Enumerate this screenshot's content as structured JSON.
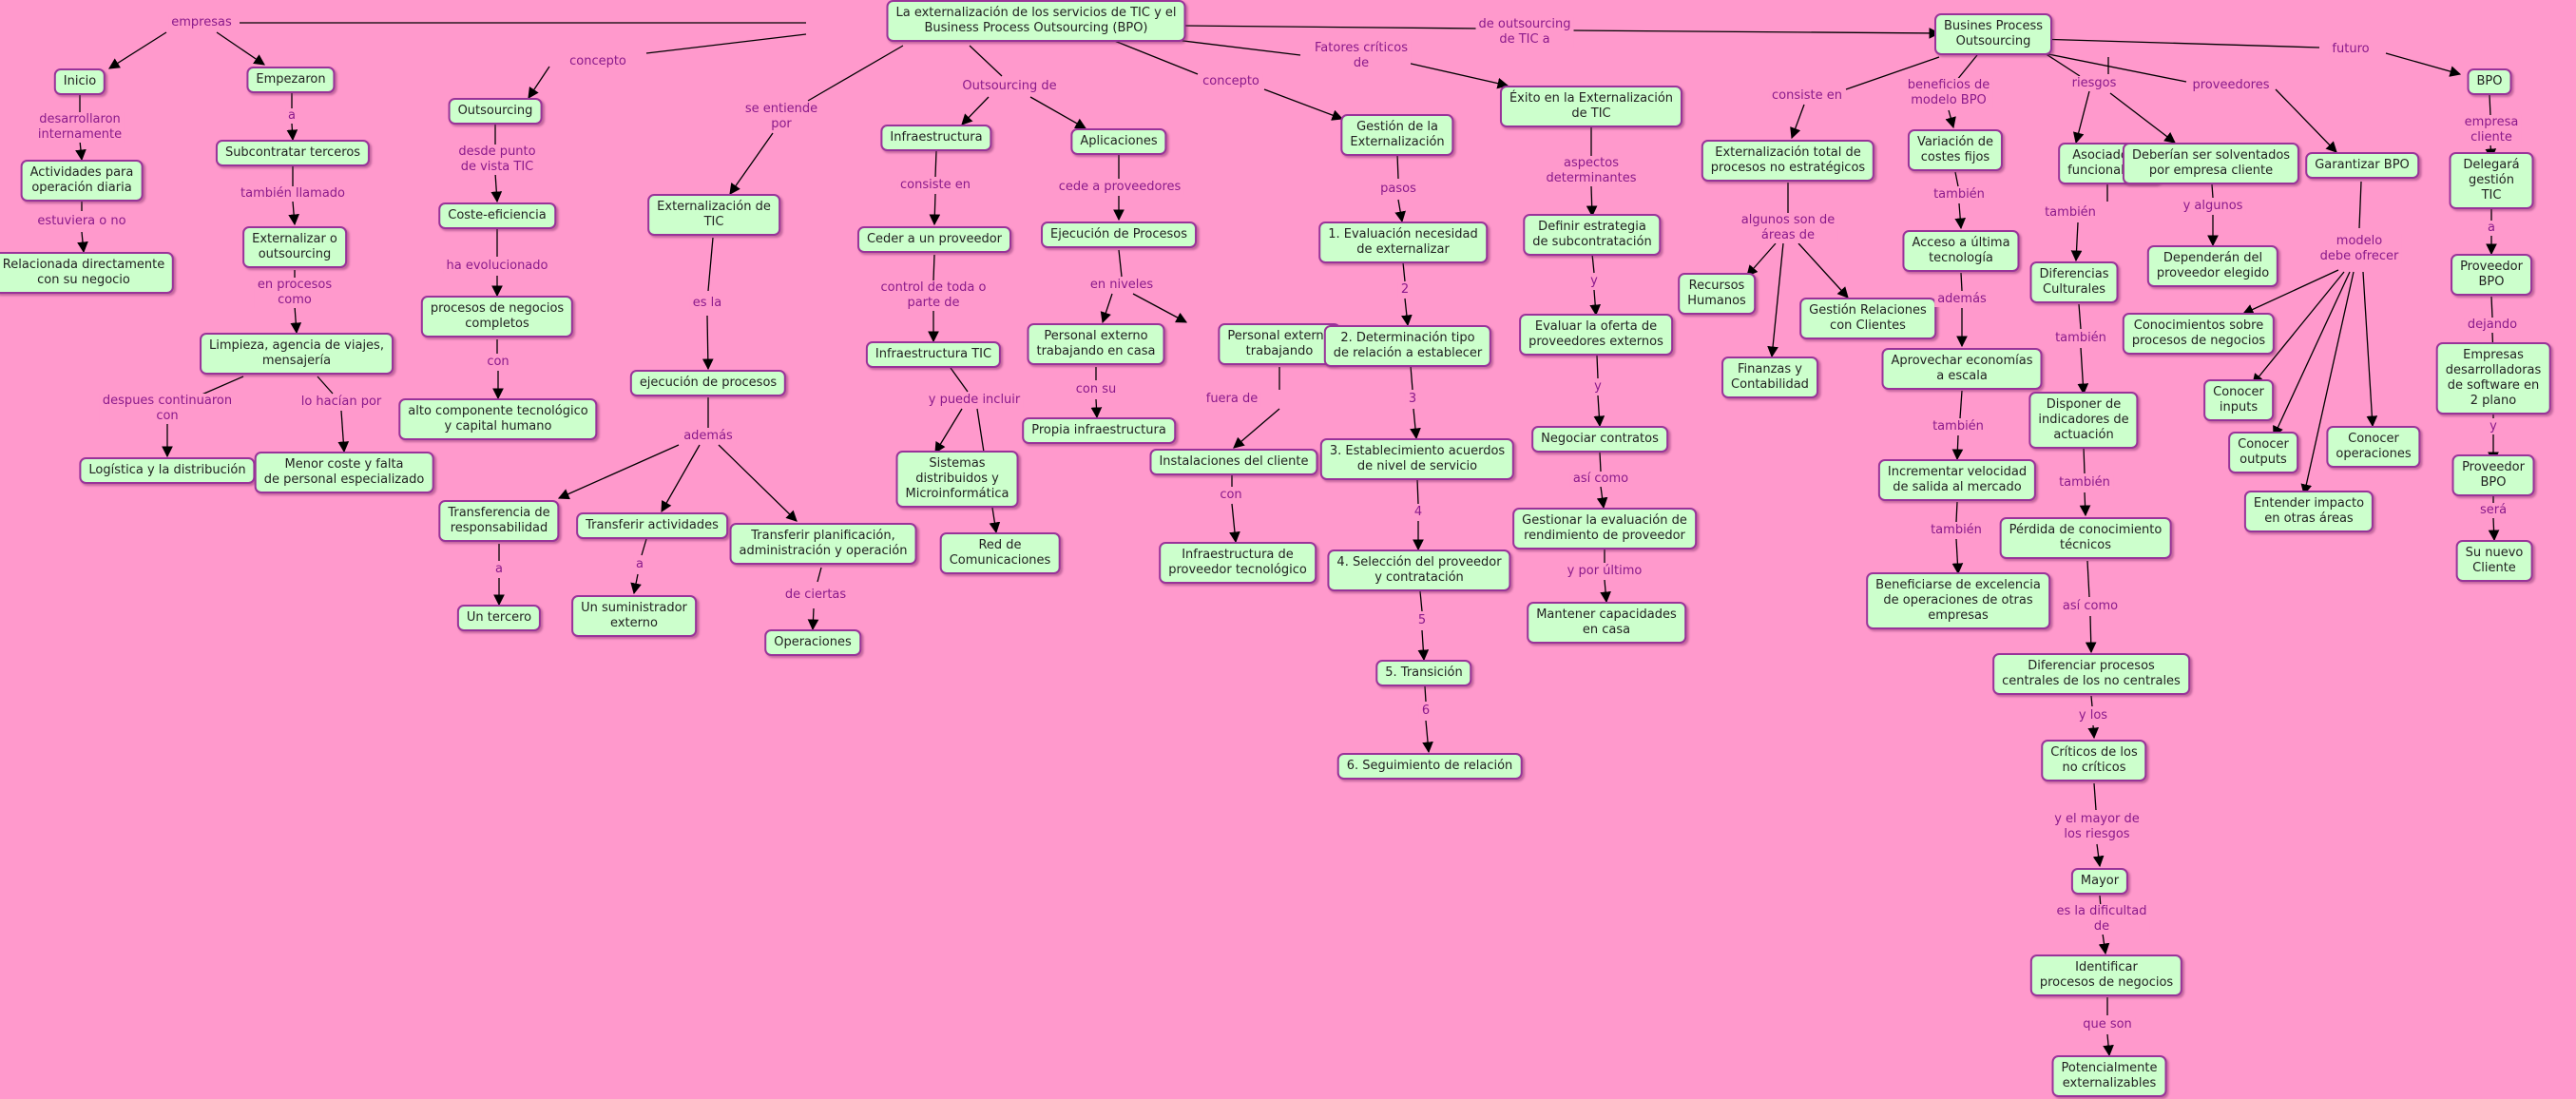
{
  "colors": {
    "background": "#ff99cc",
    "node_fill": "#ccffcc",
    "node_border": "#993399",
    "link_text": "#8b1a8b"
  },
  "nodes": [
    {
      "id": "root",
      "text": "La externalización de los servicios de TIC y el\nBusiness Process Outsourcing (BPO)"
    },
    {
      "id": "inicio",
      "text": "Inicio"
    },
    {
      "id": "act",
      "text": "Actividades para\noperación diaria"
    },
    {
      "id": "rel",
      "text": "Relacionada directamente\ncon su negocio"
    },
    {
      "id": "emp",
      "text": "Empezaron"
    },
    {
      "id": "subc",
      "text": "Subcontratar terceros"
    },
    {
      "id": "ext",
      "text": "Externalizar o\noutsourcing"
    },
    {
      "id": "limp",
      "text": "Limpieza, agencia de viajes,\nmensajería"
    },
    {
      "id": "log",
      "text": "Logística y la distribución"
    },
    {
      "id": "menor",
      "text": "Menor coste y falta\nde personal especializado"
    },
    {
      "id": "outs",
      "text": "Outsourcing"
    },
    {
      "id": "coste",
      "text": "Coste-eficiencia"
    },
    {
      "id": "proc",
      "text": "procesos de negocios\ncompletos"
    },
    {
      "id": "alto",
      "text": "alto componente tecnológico\ny capital humano"
    },
    {
      "id": "extic",
      "text": "Externalización de\nTIC"
    },
    {
      "id": "ejec",
      "text": "ejecución de procesos"
    },
    {
      "id": "transf",
      "text": "Transferencia de\nresponsabilidad"
    },
    {
      "id": "uter",
      "text": "Un tercero"
    },
    {
      "id": "tact",
      "text": "Transferir actividades"
    },
    {
      "id": "usum",
      "text": "Un suministrador\nexterno"
    },
    {
      "id": "tplan",
      "text": "Transferir planificación,\nadministración y operación"
    },
    {
      "id": "oper",
      "text": "Operaciones"
    },
    {
      "id": "infra",
      "text": "Infraestructura"
    },
    {
      "id": "ceder",
      "text": "Ceder a un proveedor"
    },
    {
      "id": "itic",
      "text": "Infraestructura TIC"
    },
    {
      "id": "sist",
      "text": "Sistemas\ndistribuidos y\nMicroinformática"
    },
    {
      "id": "red",
      "text": "Red de\nComunicaciones"
    },
    {
      "id": "aplic",
      "text": "Aplicaciones"
    },
    {
      "id": "ejp",
      "text": "Ejecución de Procesos"
    },
    {
      "id": "pcasa",
      "text": "Personal externo\ntrabajando en casa"
    },
    {
      "id": "propia",
      "text": "Propia infraestructura"
    },
    {
      "id": "ptrab",
      "text": "Personal externo\ntrabajando"
    },
    {
      "id": "inst",
      "text": "Instalaciones del cliente"
    },
    {
      "id": "iprov",
      "text": "Infraestructura de\nproveedor tecnológico"
    },
    {
      "id": "gest",
      "text": "Gestión de la\nExternalización"
    },
    {
      "id": "p1",
      "text": "1. Evaluación necesidad\nde externalizar"
    },
    {
      "id": "p2",
      "text": "2. Determinación tipo\nde relación a establecer"
    },
    {
      "id": "p3",
      "text": "3. Establecimiento acuerdos\nde nivel de servicio"
    },
    {
      "id": "p4",
      "text": "4. Selección del proveedor\ny contratación"
    },
    {
      "id": "p5",
      "text": "5. Transición"
    },
    {
      "id": "p6",
      "text": "6. Seguimiento de relación"
    },
    {
      "id": "exito",
      "text": "Éxito en la Externalización\nde TIC"
    },
    {
      "id": "def",
      "text": "Definir estrategia\nde subcontratación"
    },
    {
      "id": "eval",
      "text": "Evaluar la oferta de\nproveedores externos"
    },
    {
      "id": "neg",
      "text": "Negociar contratos"
    },
    {
      "id": "gev",
      "text": "Gestionar la evaluación de\nrendimiento de proveedor"
    },
    {
      "id": "mant",
      "text": "Mantener capacidades\nen casa"
    },
    {
      "id": "bpo",
      "text": "Busines Process\nOutsourcing"
    },
    {
      "id": "extot",
      "text": "Externalización total de\nprocesos no estratégicos"
    },
    {
      "id": "rrhh",
      "text": "Recursos\nHumanos"
    },
    {
      "id": "fin",
      "text": "Finanzas y\nContabilidad"
    },
    {
      "id": "grc",
      "text": "Gestión Relaciones\ncon Clientes"
    },
    {
      "id": "var",
      "text": "Variación de\ncostes fijos"
    },
    {
      "id": "acc",
      "text": "Acceso a última\ntecnología"
    },
    {
      "id": "apr",
      "text": "Aprovechar economías\na escala"
    },
    {
      "id": "inc",
      "text": "Incrementar velocidad\nde salida al mercado"
    },
    {
      "id": "benef",
      "text": "Beneficiarse de excelencia\nde operaciones de otras\nempresas"
    },
    {
      "id": "asoc",
      "text": "Asociados a\nfuncionalidad"
    },
    {
      "id": "dcult",
      "text": "Diferencias\nCulturales"
    },
    {
      "id": "disp",
      "text": "Disponer de\nindicadores de\nactuación"
    },
    {
      "id": "perd",
      "text": "Pérdida de conocimiento\ntécnicos"
    },
    {
      "id": "difp",
      "text": "Diferenciar procesos\ncentrales de los no centrales"
    },
    {
      "id": "crit",
      "text": "Críticos de los\nno críticos"
    },
    {
      "id": "mayor",
      "text": "Mayor"
    },
    {
      "id": "ident",
      "text": "Identificar\nprocesos de negocios"
    },
    {
      "id": "pot",
      "text": "Potencialmente\nexternalizables"
    },
    {
      "id": "debs",
      "text": "Deberían ser solventados\npor empresa cliente"
    },
    {
      "id": "depe",
      "text": "Dependerán del\nproveedor elegido"
    },
    {
      "id": "garan",
      "text": "Garantizar BPO"
    },
    {
      "id": "conoc",
      "text": "Conocimientos sobre\nprocesos de negocios"
    },
    {
      "id": "cinp",
      "text": "Conocer\ninputs"
    },
    {
      "id": "cout",
      "text": "Conocer\noutputs"
    },
    {
      "id": "ent",
      "text": "Entender impacto\nen otras áreas"
    },
    {
      "id": "cop",
      "text": "Conocer\noperaciones"
    },
    {
      "id": "bpo2",
      "text": "BPO"
    },
    {
      "id": "deleg",
      "text": "Delegará gestión\nTIC"
    },
    {
      "id": "pbpo",
      "text": "Proveedor\nBPO"
    },
    {
      "id": "empd",
      "text": "Empresas desarrolladoras\nde software en 2 plano"
    },
    {
      "id": "pbpo2",
      "text": "Proveedor BPO"
    },
    {
      "id": "nuevo",
      "text": "Su nuevo\nCliente"
    }
  ],
  "labels": [
    {
      "id": "l_empresas",
      "text": "empresas"
    },
    {
      "id": "l_desarr",
      "text": "desarrollaron\ninternamente"
    },
    {
      "id": "l_estuv",
      "text": "estuviera o no"
    },
    {
      "id": "l_a1",
      "text": "a"
    },
    {
      "id": "l_tamb1",
      "text": "también llamado"
    },
    {
      "id": "l_enproc",
      "text": "en procesos\ncomo"
    },
    {
      "id": "l_despues",
      "text": "despues continuaron\ncon"
    },
    {
      "id": "l_lohacian",
      "text": "lo hacían por"
    },
    {
      "id": "l_concepto1",
      "text": "concepto"
    },
    {
      "id": "l_desde",
      "text": "desde punto\nde vista TIC"
    },
    {
      "id": "l_haevol",
      "text": "ha evolucionado"
    },
    {
      "id": "l_con1",
      "text": "con"
    },
    {
      "id": "l_seent",
      "text": "se entiende\npor"
    },
    {
      "id": "l_esla",
      "text": "es la"
    },
    {
      "id": "l_ademas1",
      "text": "además"
    },
    {
      "id": "l_a2",
      "text": "a"
    },
    {
      "id": "l_a3",
      "text": "a"
    },
    {
      "id": "l_deciertas",
      "text": "de ciertas"
    },
    {
      "id": "l_outsde",
      "text": "Outsourcing de"
    },
    {
      "id": "l_consiste1",
      "text": "consiste en"
    },
    {
      "id": "l_control",
      "text": "control de toda o\nparte de"
    },
    {
      "id": "l_ypuede",
      "text": "y puede incluir"
    },
    {
      "id": "l_cede",
      "text": "cede a proveedores"
    },
    {
      "id": "l_enniv",
      "text": "en niveles"
    },
    {
      "id": "l_consu",
      "text": "con su"
    },
    {
      "id": "l_fuera",
      "text": "fuera de"
    },
    {
      "id": "l_con2",
      "text": "con"
    },
    {
      "id": "l_concepto2",
      "text": "concepto"
    },
    {
      "id": "l_pasos",
      "text": "pasos"
    },
    {
      "id": "l_n2",
      "text": "2"
    },
    {
      "id": "l_n3",
      "text": "3"
    },
    {
      "id": "l_n4",
      "text": "4"
    },
    {
      "id": "l_n5",
      "text": "5"
    },
    {
      "id": "l_n6",
      "text": "6"
    },
    {
      "id": "l_fact",
      "text": "Fatores críticos\nde"
    },
    {
      "id": "l_aspectos",
      "text": "aspectos\ndeterminantes"
    },
    {
      "id": "l_y1",
      "text": "y"
    },
    {
      "id": "l_y2",
      "text": "y"
    },
    {
      "id": "l_asicomo1",
      "text": "así como"
    },
    {
      "id": "l_yporult",
      "text": "y por último"
    },
    {
      "id": "l_deouts",
      "text": "de outsourcing\nde TIC a"
    },
    {
      "id": "l_consiste2",
      "text": "consiste en"
    },
    {
      "id": "l_algunos",
      "text": "algunos son de\náreas de"
    },
    {
      "id": "l_benefm",
      "text": "beneficios de\nmodelo BPO"
    },
    {
      "id": "l_tamb2",
      "text": "también"
    },
    {
      "id": "l_ademas2",
      "text": "además"
    },
    {
      "id": "l_tamb3",
      "text": "también"
    },
    {
      "id": "l_tamb4",
      "text": "también"
    },
    {
      "id": "l_riesgos",
      "text": "riesgos"
    },
    {
      "id": "l_tamb5",
      "text": "también"
    },
    {
      "id": "l_tamb6",
      "text": "también"
    },
    {
      "id": "l_tamb7",
      "text": "también"
    },
    {
      "id": "l_asicomo2",
      "text": "así como"
    },
    {
      "id": "l_ylos",
      "text": "y los"
    },
    {
      "id": "l_ymayor",
      "text": "y el mayor de\nlos riesgos"
    },
    {
      "id": "l_dific",
      "text": "es la dificultad\nde"
    },
    {
      "id": "l_queson",
      "text": "que son"
    },
    {
      "id": "l_prov",
      "text": "proveedores"
    },
    {
      "id": "l_yalg",
      "text": "y algunos"
    },
    {
      "id": "l_modelo",
      "text": "modelo\ndebe ofrecer"
    },
    {
      "id": "l_futuro",
      "text": "futuro"
    },
    {
      "id": "l_empcli",
      "text": "empresa\ncliente"
    },
    {
      "id": "l_a4",
      "text": "a"
    },
    {
      "id": "l_dejando",
      "text": "dejando"
    },
    {
      "id": "l_y3",
      "text": "y"
    },
    {
      "id": "l_sera",
      "text": "será"
    }
  ]
}
